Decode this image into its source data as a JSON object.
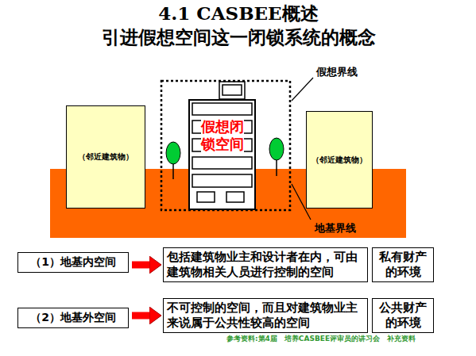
{
  "diagram": {
    "title": "4.1 CASBEE概述 引进假想空间这一闭锁系统的概念",
    "nodes": [
      {
        "text": [
          "（邻近建筑物）"
        ]
      },
      {
        "text": [
          "假想闭锁空间"
        ]
      },
      {
        "text": [
          "（邻近建筑物）"
        ]
      },
      {
        "text": [
          "（1）地基内空间"
        ]
      },
      {
        "text": [
          "包括建筑物业主和设计者在内，可由建筑物相关人员进行控制的空间"
        ]
      },
      {
        "text": [
          "私有财产的环境"
        ]
      },
      {
        "text": [
          "（2）地基外空间"
        ]
      },
      {
        "text": [
          "不可控制的空间，而且对建筑物业主来说属于公共性较高的空间"
        ]
      },
      {
        "text": [
          "公共财产的环境"
        ]
      }
    ],
    "edges": [
      {
        "from": 3,
        "to": 4,
        "arrow": "to"
      },
      {
        "from": 6,
        "to": 7,
        "arrow": "to"
      }
    ],
    "labels": [
      "假想界线",
      "地基界线",
      "参考资料:第4届　培养CASBEE评审员的讲习会　补充资料"
    ]
  }
}
